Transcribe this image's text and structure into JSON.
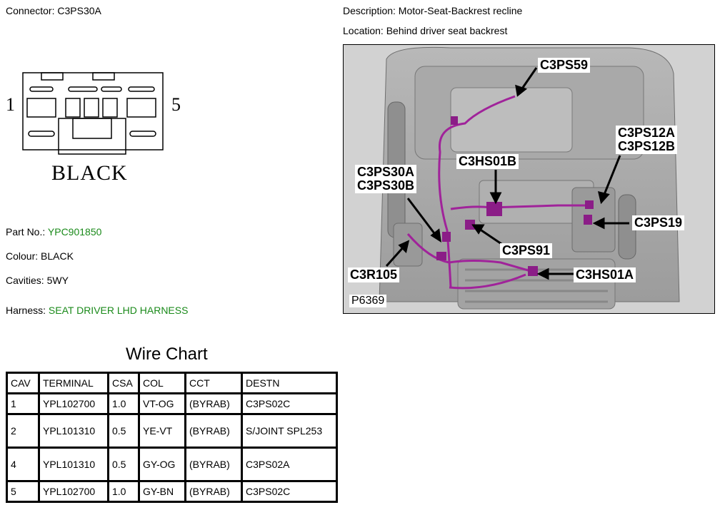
{
  "header": {
    "connector": "Connector: C3PS30A",
    "description": "Description: Motor-Seat-Backrest recline",
    "location": "Location: Behind driver seat backrest"
  },
  "connector_diagram": {
    "pin_left": "1",
    "pin_right": "5",
    "color_label": "BLACK"
  },
  "details": {
    "part_no_label": "Part No.:",
    "part_no_value": "YPC901850",
    "colour": "Colour: BLACK",
    "cavities": "Cavities: 5WY",
    "harness_label": "Harness:",
    "harness_value": "SEAT DRIVER LHD HARNESS"
  },
  "photo": {
    "id": "P6369",
    "callouts": {
      "c3ps59": "C3PS59",
      "c3ps12": "C3PS12A\nC3PS12B",
      "c3hs01b": "C3HS01B",
      "c3ps30": "C3PS30A\nC3PS30B",
      "c3ps19": "C3PS19",
      "c3ps91": "C3PS91",
      "c3r105": "C3R105",
      "c3hs01a": "C3HS01A"
    }
  },
  "wire_chart": {
    "title": "Wire Chart",
    "headers": {
      "cav": "CAV",
      "terminal": "TERMINAL",
      "csa": "CSA",
      "col": "COL",
      "cct": "CCT",
      "destn": "DESTN"
    },
    "rows": [
      {
        "cav": "1",
        "terminal": "YPL102700",
        "csa": "1.0",
        "col": "VT-OG",
        "cct": "(BYRAB)",
        "destn": "C3PS02C"
      },
      {
        "cav": "2",
        "terminal": "YPL101310",
        "csa": "0.5",
        "col": "YE-VT",
        "cct": "(BYRAB)",
        "destn": "S/JOINT SPL253"
      },
      {
        "cav": "4",
        "terminal": "YPL101310",
        "csa": "0.5",
        "col": "GY-OG",
        "cct": "(BYRAB)",
        "destn": "C3PS02A"
      },
      {
        "cav": "5",
        "terminal": "YPL102700",
        "csa": "1.0",
        "col": "GY-BN",
        "cct": "(BYRAB)",
        "destn": "C3PS02C"
      }
    ]
  },
  "colors": {
    "link_green": "#1a8a1a",
    "harness_purple": "#a0239a"
  }
}
